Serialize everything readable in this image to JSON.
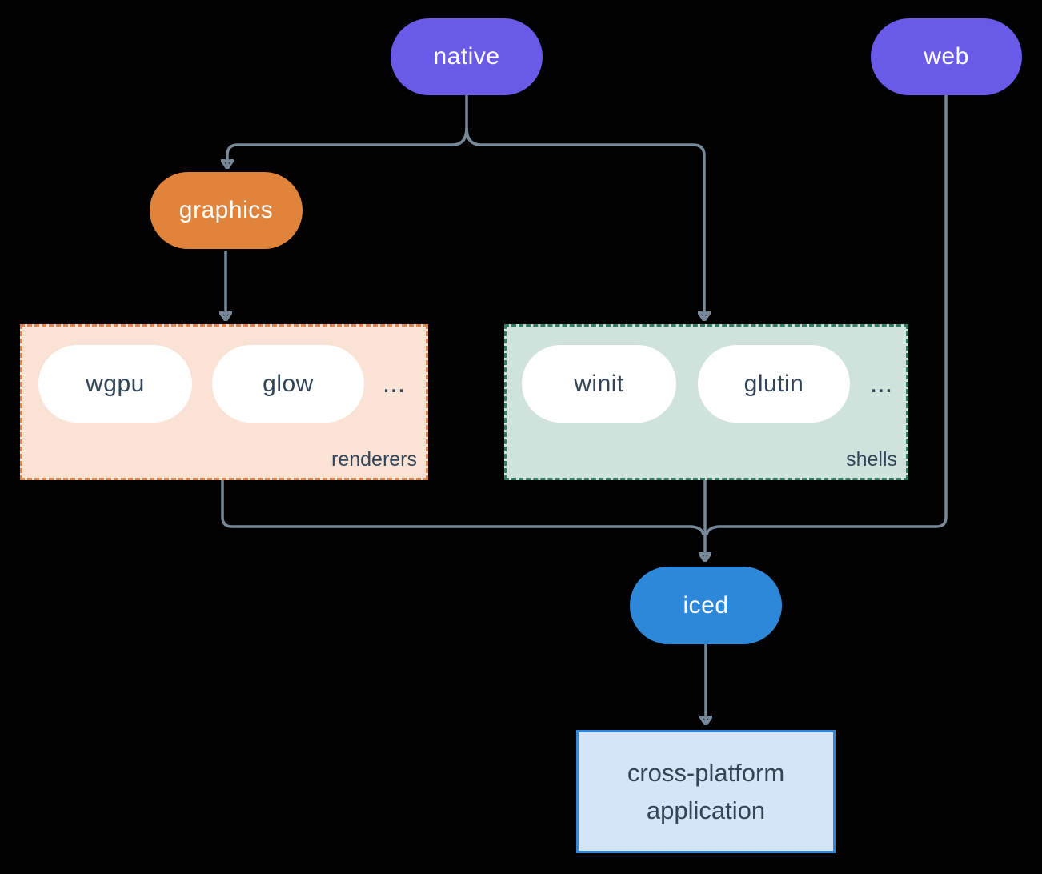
{
  "diagram": {
    "nodes": {
      "native": {
        "label": "native"
      },
      "web": {
        "label": "web"
      },
      "graphics": {
        "label": "graphics"
      },
      "iced": {
        "label": "iced"
      },
      "application": {
        "line1": "cross-platform",
        "line2": "application"
      }
    },
    "groups": {
      "renderers": {
        "label": "renderers",
        "items": [
          "wgpu",
          "glow"
        ],
        "ellipsis": "..."
      },
      "shells": {
        "label": "shells",
        "items": [
          "winit",
          "glutin"
        ],
        "ellipsis": "..."
      }
    },
    "colors": {
      "background": "#000000",
      "platform_pill": "#695ae8",
      "graphics_pill": "#e0843c",
      "iced_pill": "#2e88d9",
      "inner_pill_bg": "#ffffff",
      "renderers_bg": "#fae3d5",
      "renderers_border": "#e0854a",
      "shells_bg": "#d0e2dc",
      "shells_border": "#2e7d64",
      "application_bg": "#d5e5f7",
      "application_border": "#2f88dc",
      "connector": "#778899",
      "light_text": "#ffffff",
      "dark_text": "#324558"
    }
  }
}
